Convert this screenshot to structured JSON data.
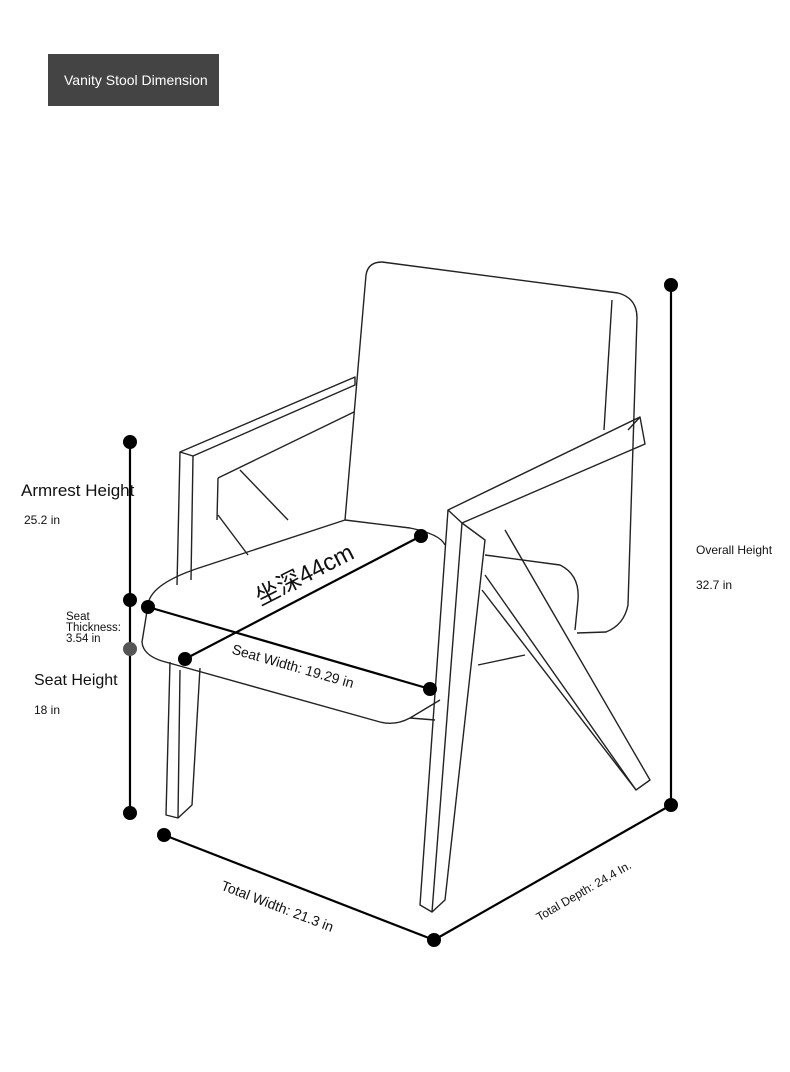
{
  "title": "Vanity Stool Dimension",
  "dimensions": {
    "armrest_height": {
      "label": "Armrest Height",
      "value": "25.2 in"
    },
    "seat_thickness": {
      "label_line1": "Seat",
      "label_line2": "Thickness:",
      "value": "3.54 in"
    },
    "seat_height": {
      "label": "Seat Height",
      "value": "18 in"
    },
    "overall_height": {
      "label": "Overall Height",
      "value": "32.7 in"
    },
    "seat_depth": "坐深44cm",
    "seat_width": "Seat Width: 19.29 in",
    "total_width": "Total Width: 21.3 in",
    "total_depth": "Total Depth: 24.4 In."
  },
  "colors": {
    "title_bg": "#444444",
    "line": "#000000",
    "mid_dot": "#555555"
  }
}
